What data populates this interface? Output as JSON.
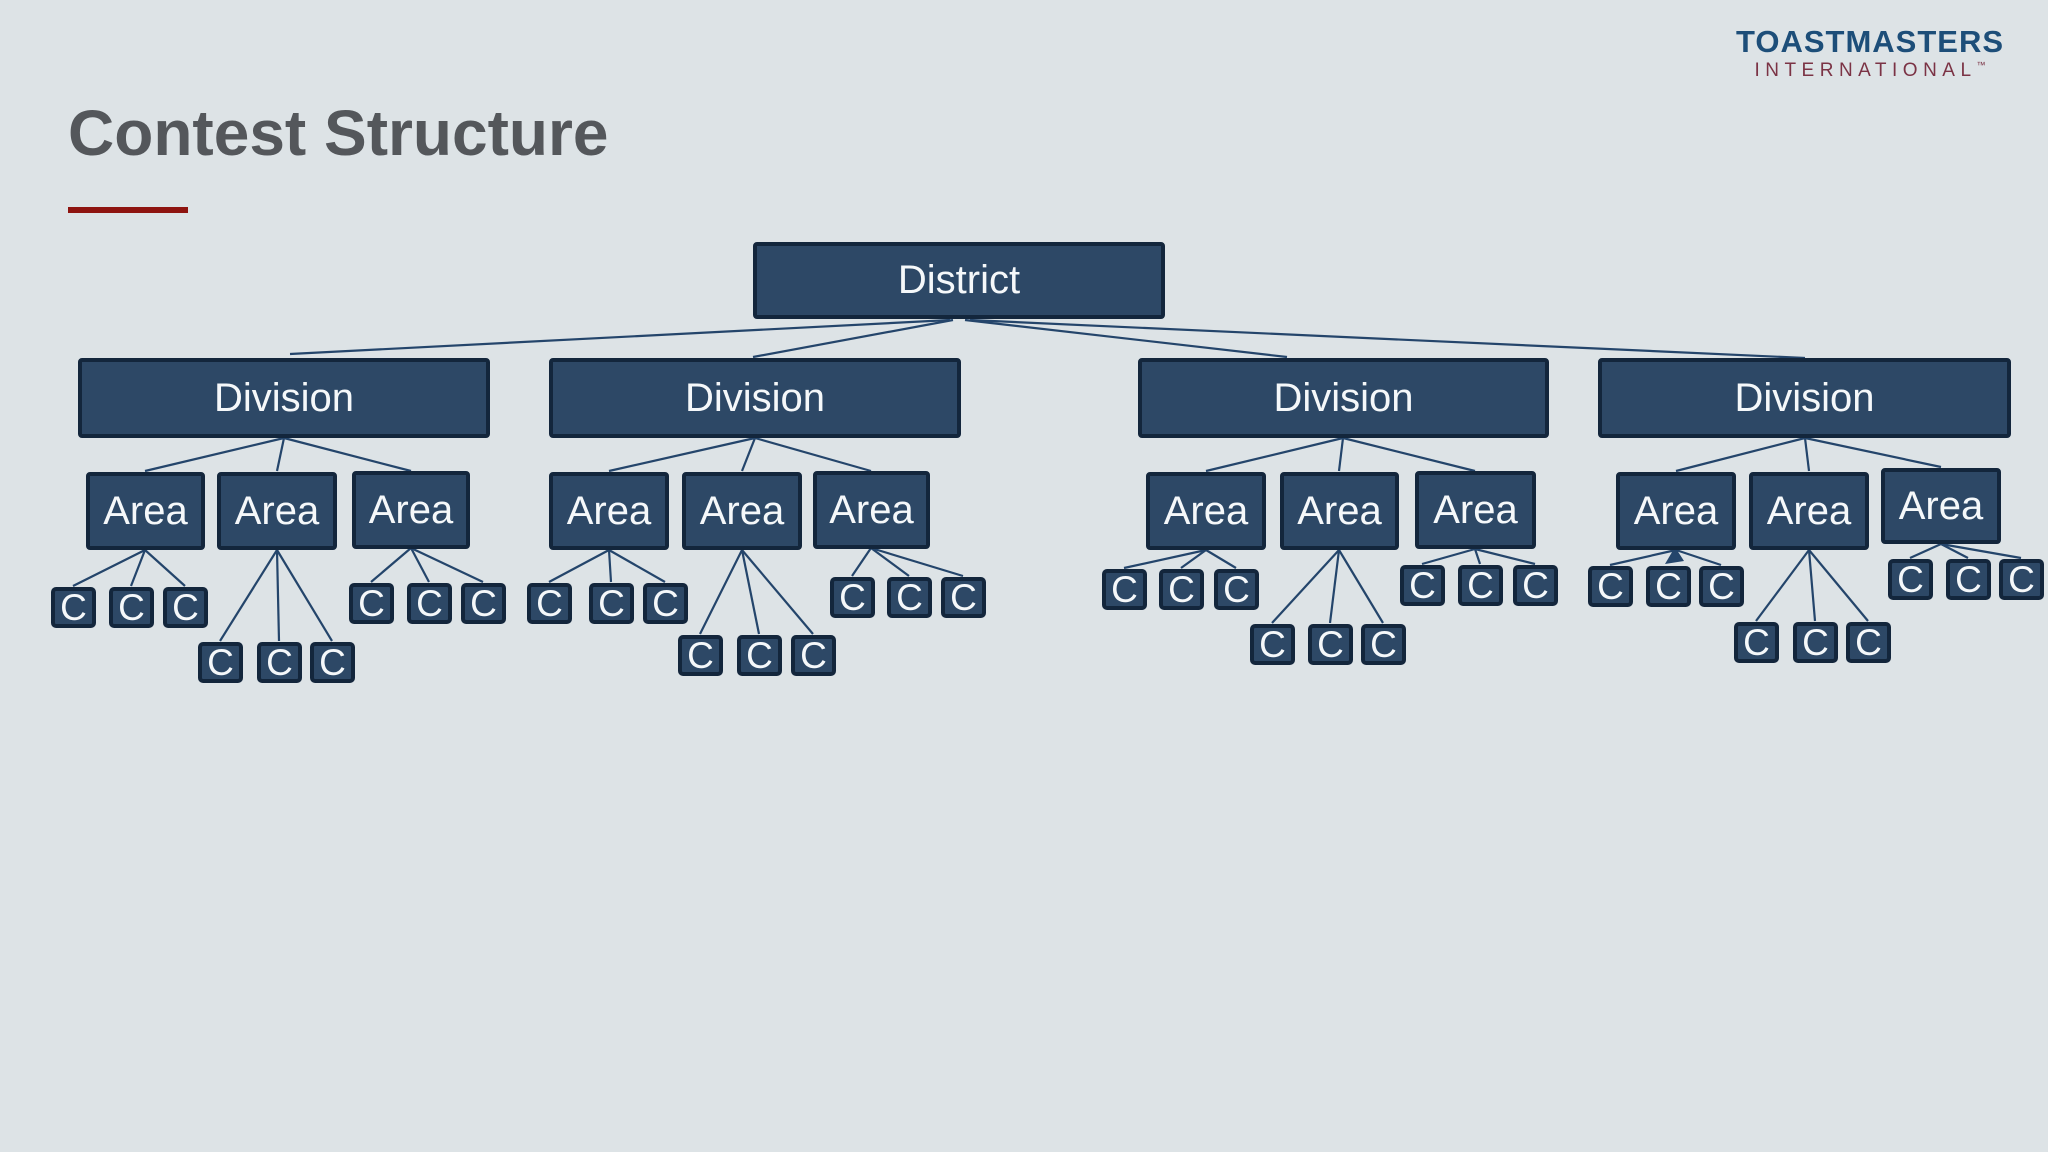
{
  "title": {
    "text": "Contest Structure"
  },
  "logo": {
    "line1": "TOASTMASTERS",
    "line2": "INTERNATIONAL",
    "trademark": "™"
  },
  "colors": {
    "background": "#dde3e6",
    "node_fill": "#2d4866",
    "node_border": "#13263c",
    "node_text": "#f5f8fa",
    "connector": "#24456b",
    "title_text": "#54575b",
    "accent": "#8e1410",
    "logo_blue": "#1d4e79",
    "logo_maroon": "#7b3345"
  },
  "tree": {
    "district_label": "District",
    "divisions": [
      {
        "label": "Division",
        "areas": [
          {
            "label": "Area",
            "clubs": [
              "C",
              "C",
              "C"
            ]
          },
          {
            "label": "Area",
            "clubs": [
              "C",
              "C",
              "C"
            ]
          },
          {
            "label": "Area",
            "clubs": [
              "C",
              "C",
              "C"
            ]
          }
        ]
      },
      {
        "label": "Division",
        "areas": [
          {
            "label": "Area",
            "clubs": [
              "C",
              "C",
              "C"
            ]
          },
          {
            "label": "Area",
            "clubs": [
              "C",
              "C",
              "C"
            ]
          },
          {
            "label": "Area",
            "clubs": [
              "C",
              "C",
              "C"
            ]
          }
        ]
      },
      {
        "label": "Division",
        "areas": [
          {
            "label": "Area",
            "clubs": [
              "C",
              "C",
              "C"
            ]
          },
          {
            "label": "Area",
            "clubs": [
              "C",
              "C",
              "C"
            ]
          },
          {
            "label": "Area",
            "clubs": [
              "C",
              "C",
              "C"
            ]
          }
        ]
      },
      {
        "label": "Division",
        "areas": [
          {
            "label": "Area",
            "clubs": [
              "C",
              "C",
              "C"
            ]
          },
          {
            "label": "Area",
            "clubs": [
              "C",
              "C",
              "C"
            ]
          },
          {
            "label": "Area",
            "clubs": [
              "C",
              "C",
              "C"
            ]
          }
        ]
      }
    ]
  }
}
